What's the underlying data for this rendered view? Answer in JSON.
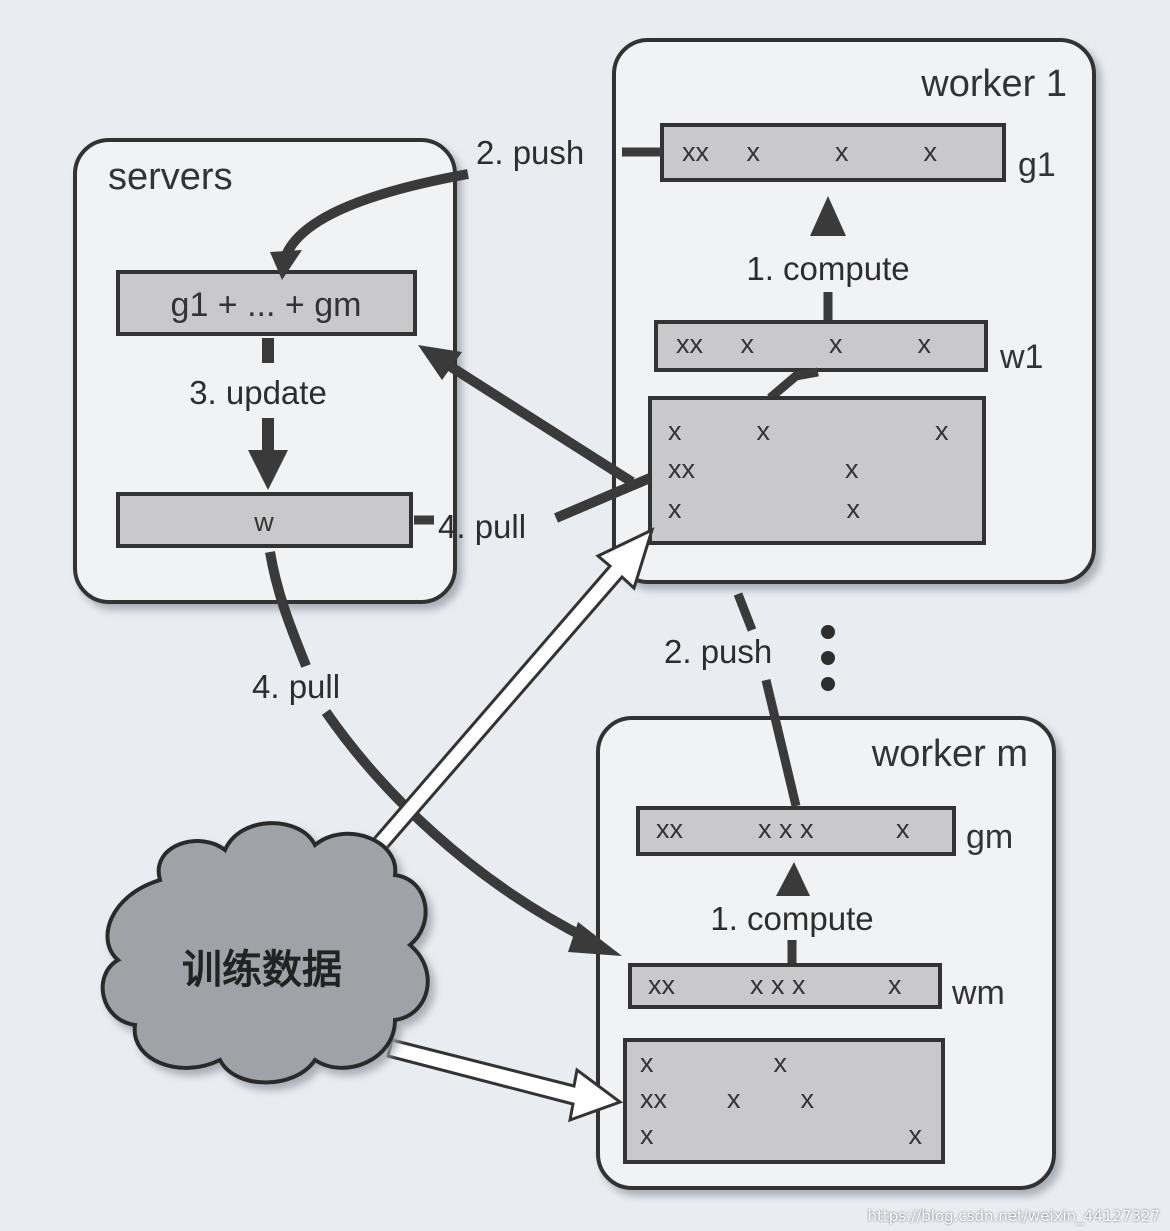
{
  "servers": {
    "title": "servers",
    "sum_bar": "g1 + ... + gm",
    "w_bar": "w",
    "update_label": "3. update"
  },
  "worker1": {
    "title": "worker 1",
    "g_row": "xx     x          x          x",
    "g_label": "g1",
    "compute_label": "1. compute",
    "w_row": "xx     x          x          x",
    "w_label": "w1",
    "data_lines": [
      "x          x                      x",
      "xx                    x",
      "x                      x"
    ]
  },
  "workerm": {
    "title": "worker m",
    "g_row": "xx          x x x           x",
    "g_label": "gm",
    "compute_label": "1. compute",
    "w_row": "xx          x x x           x",
    "w_label": "wm",
    "data_lines": [
      "x                x",
      "xx        x        x",
      "x                                  x"
    ]
  },
  "arrows": {
    "push_top": "2. push",
    "pull_top": "4. pull",
    "push_mid": "2. push",
    "pull_bottom": "4. pull"
  },
  "cloud": {
    "label": "训练数据"
  },
  "watermark": "https://blog.csdn.net/weixin_44127327",
  "colors": {
    "box_fill": "#f1f2f4",
    "bar_fill": "#c9c9cb",
    "stroke": "#3a3a3a",
    "hollow_arrow": "#ffffff"
  }
}
